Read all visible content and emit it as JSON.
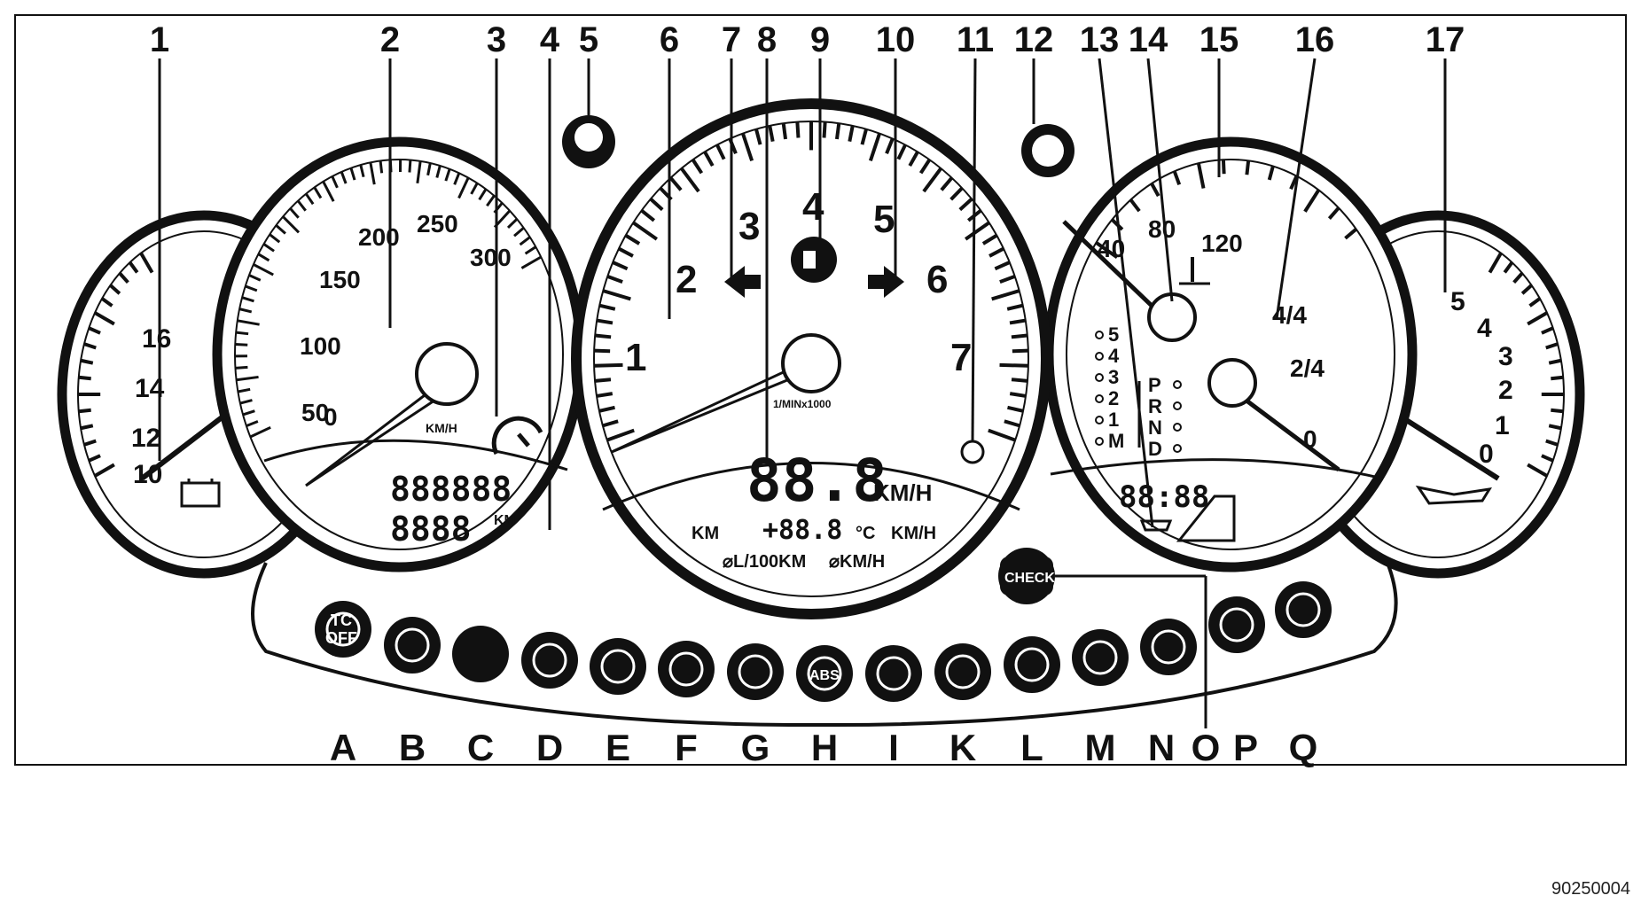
{
  "figure_id": "90250004",
  "top_callouts": [
    "1",
    "2",
    "3",
    "4",
    "5",
    "6",
    "7",
    "8",
    "9",
    "10",
    "11",
    "12",
    "13",
    "14",
    "15",
    "16",
    "17"
  ],
  "bottom_callouts": [
    "A",
    "B",
    "C",
    "D",
    "E",
    "F",
    "G",
    "H",
    "I",
    "K",
    "L",
    "M",
    "N",
    "O",
    "P",
    "Q"
  ],
  "voltmeter": {
    "ticks": [
      "16",
      "14",
      "12",
      "10"
    ]
  },
  "speedometer": {
    "ticks": [
      "0",
      "50",
      "100",
      "150",
      "200",
      "250",
      "300"
    ],
    "unit": "KM/H",
    "odometer": "888888",
    "trip": "8888",
    "trip_unit": "KM"
  },
  "tachometer": {
    "ticks": [
      "1",
      "2",
      "3",
      "4",
      "5",
      "6",
      "7"
    ],
    "unit": "1/MINx1000",
    "display_main": "88.8",
    "display_main_unit": "KM/H",
    "info_line_prefix": "KM",
    "info_value": "+88.8",
    "info_temp_unit": "°C",
    "info_speed_unit": "KM/H",
    "avg_consumption": "⌀L/100KM",
    "avg_speed": "⌀KM/H"
  },
  "temp_gauge": {
    "ticks": [
      "40",
      "80",
      "120"
    ],
    "gears": [
      "5",
      "4",
      "3",
      "2",
      "1",
      "M"
    ],
    "auto_positions": [
      "P",
      "R",
      "N",
      "D"
    ],
    "clock": "88:88",
    "fuel_ticks": [
      "4/4",
      "2/4",
      "0"
    ]
  },
  "oil_gauge": {
    "ticks": [
      "5",
      "4",
      "3",
      "2",
      "1",
      "0"
    ]
  },
  "warning_lights": {
    "A_text_top": "TC",
    "A_text_bottom": "OFF",
    "H_text": "ABS",
    "O_text": "CHECK"
  }
}
